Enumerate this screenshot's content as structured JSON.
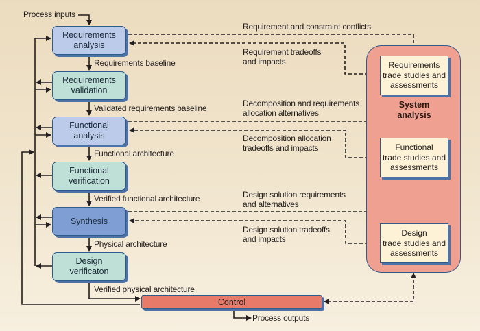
{
  "process_inputs": "Process inputs",
  "process_outputs": "Process outputs",
  "main_boxes": [
    {
      "id": "requirements-analysis",
      "label": "Requirements analysis",
      "line1": "Requirements",
      "line2": "analysis"
    },
    {
      "id": "requirements-validation",
      "label": "Requirements validation",
      "line1": "Requirements",
      "line2": "validation"
    },
    {
      "id": "functional-analysis",
      "label": "Functional analysis",
      "line1": "Functional",
      "line2": "analysis"
    },
    {
      "id": "functional-verification",
      "label": "Functional verification",
      "line1": "Functional",
      "line2": "verification"
    },
    {
      "id": "synthesis",
      "label": "Synthesis",
      "line1": "Synthesis",
      "line2": ""
    },
    {
      "id": "design-verification",
      "label": "Design verificaton",
      "line1": "Design",
      "line2": "verificaton"
    }
  ],
  "flow_labels": [
    "Requirements baseline",
    "Validated requirements baseline",
    "Functional architecture",
    "Verified functional architecture",
    "Physical architecture",
    "Verified physical architecture"
  ],
  "control": "Control",
  "system_analysis": {
    "title_line1": "System",
    "title_line2": "analysis",
    "trade_boxes": [
      {
        "line1": "Requirements",
        "line2": "trade studies and",
        "line3": "assessments"
      },
      {
        "line1": "Functional",
        "line2": "trade studies and",
        "line3": "assessments"
      },
      {
        "line1": "Design",
        "line2": "trade studies and",
        "line3": "assessments"
      }
    ]
  },
  "exchange_labels": [
    {
      "line1": "Requirement and constraint conflicts",
      "line2": ""
    },
    {
      "line1": "Requirement tradeoffs",
      "line2": "and impacts"
    },
    {
      "line1": "Decomposition and requirements",
      "line2": "allocation alternatives"
    },
    {
      "line1": "Decomposition allocation",
      "line2": "tradeoffs and impacts"
    },
    {
      "line1": "Design solution requirements",
      "line2": "and alternatives"
    },
    {
      "line1": "Design solution tradeoffs",
      "line2": "and impacts"
    }
  ]
}
